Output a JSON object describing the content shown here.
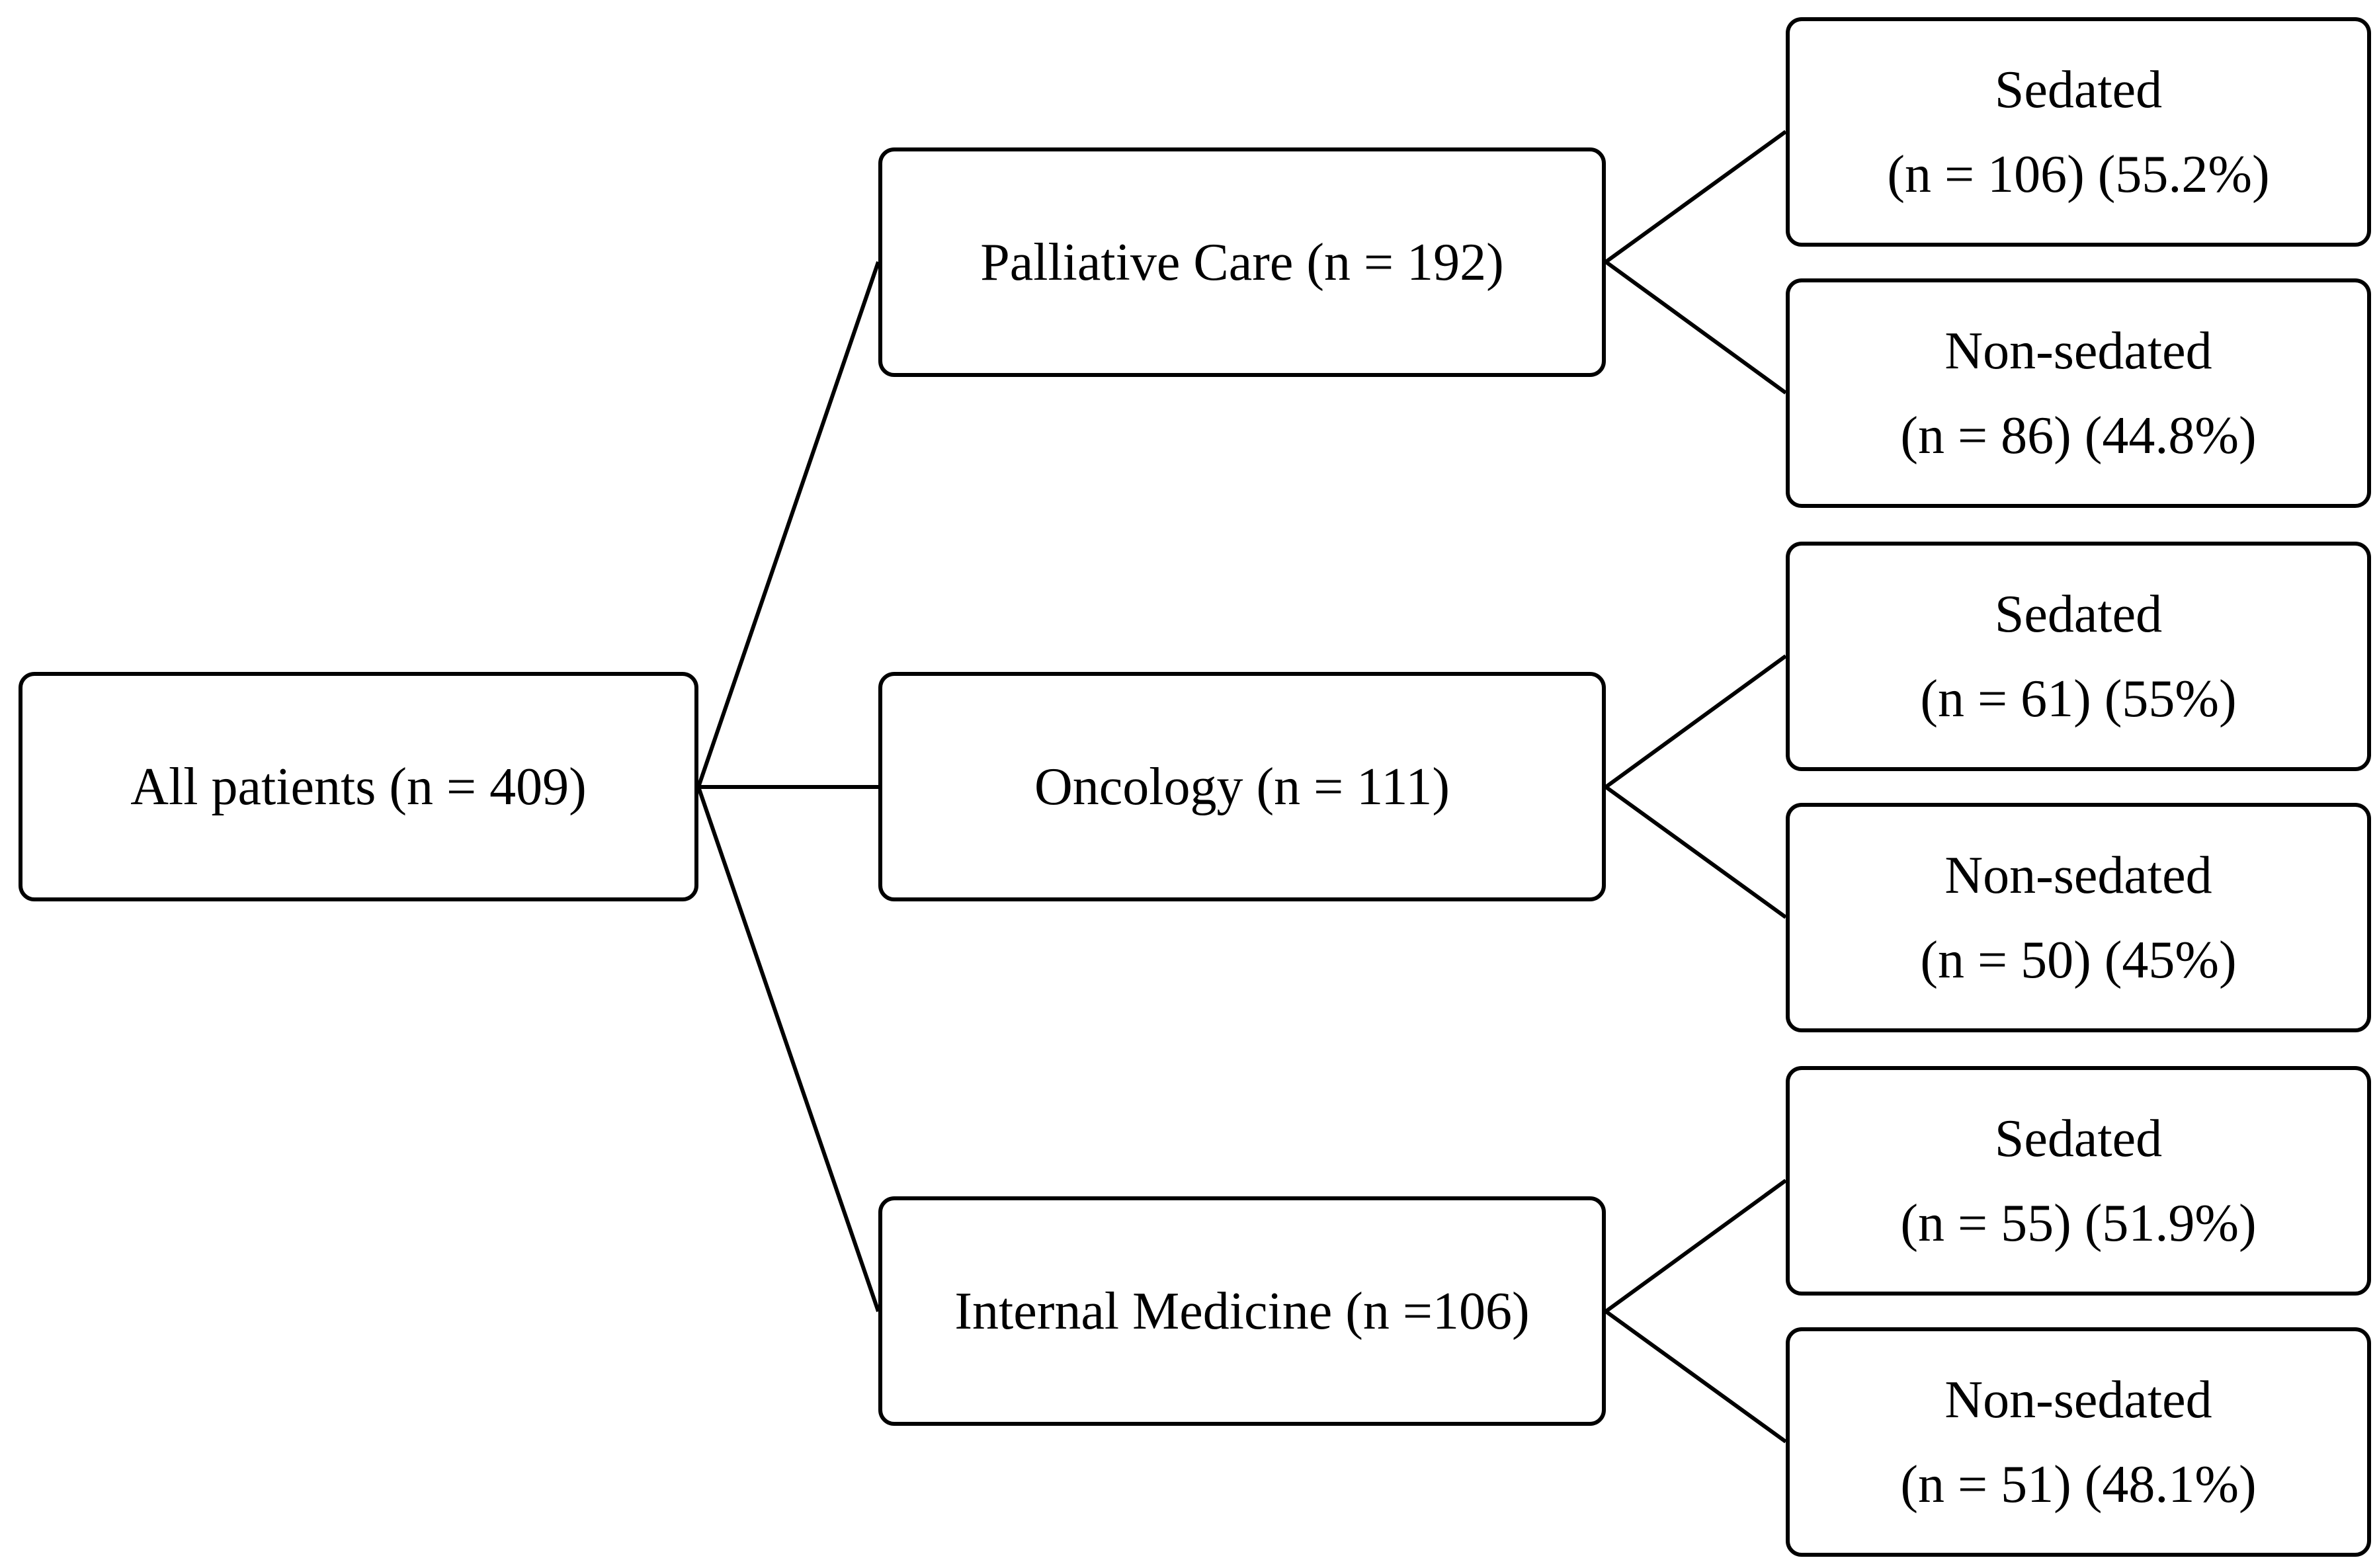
{
  "diagram": {
    "root": {
      "label": "All patients (n = 409)"
    },
    "departments": [
      {
        "label": "Palliative Care (n = 192)",
        "sedated": {
          "label": "Sedated",
          "stats": "(n = 106) (55.2%)"
        },
        "non_sedated": {
          "label": "Non-sedated",
          "stats": "(n = 86) (44.8%)"
        }
      },
      {
        "label": "Oncology (n = 111)",
        "sedated": {
          "label": "Sedated",
          "stats": "(n = 61) (55%)"
        },
        "non_sedated": {
          "label": "Non-sedated",
          "stats": "(n = 50) (45%)"
        }
      },
      {
        "label": "Internal Medicine (n =106)",
        "sedated": {
          "label": "Sedated",
          "stats": "(n = 55) (51.9%)"
        },
        "non_sedated": {
          "label": "Non-sedated",
          "stats": "(n = 51) (48.1%)"
        }
      }
    ]
  }
}
